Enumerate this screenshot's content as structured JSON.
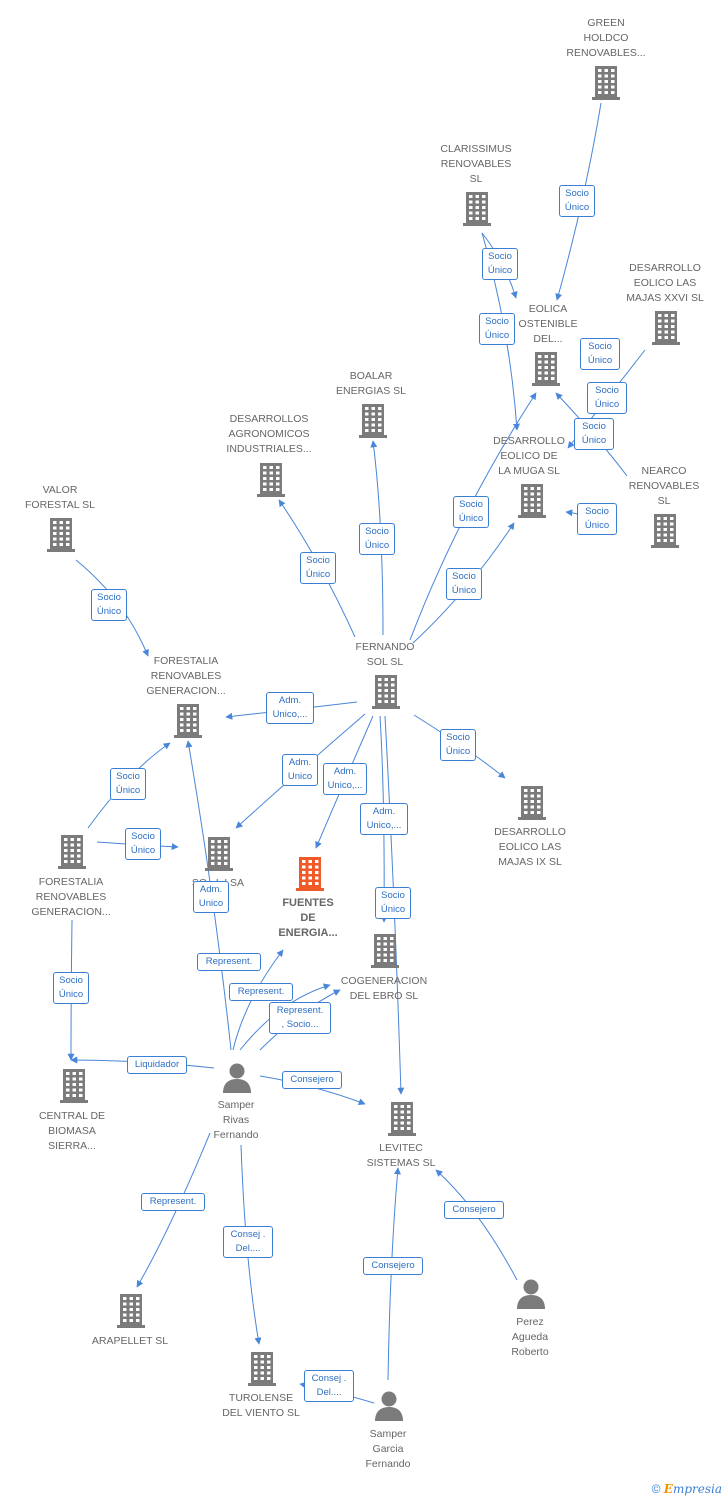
{
  "colors": {
    "edge": "#4a86d8",
    "company_icon": "#7b7b7b",
    "focus_icon": "#f05a28",
    "label_text": "#666666",
    "badge_border": "#3b7fd4",
    "badge_text": "#2e6fc4"
  },
  "nodes": [
    {
      "id": "green",
      "label": "GREEN\nHOLDCO\nRENOVABLES...",
      "kind": "company"
    },
    {
      "id": "clarissimus",
      "label": "CLARISSIMUS\nRENOVABLES\nSL",
      "kind": "company"
    },
    {
      "id": "majas26",
      "label": "DESARROLLO\nEOLICO LAS\nMAJAS XXVI  SL",
      "kind": "company"
    },
    {
      "id": "eolica",
      "label": "EOLICA\nOSTENIBLE\nDEL...",
      "kind": "company"
    },
    {
      "id": "boalar",
      "label": "BOALAR\nENERGIAS  SL",
      "kind": "company"
    },
    {
      "id": "agronomicos",
      "label": "DESARROLLOS\nAGRONOMICOS\nINDUSTRIALES...",
      "kind": "company"
    },
    {
      "id": "muga",
      "label": "DESARROLLO\nEOLICO DE\nLA MUGA SL",
      "kind": "company"
    },
    {
      "id": "nearco",
      "label": "NEARCO\nRENOVABLES\nSL",
      "kind": "company"
    },
    {
      "id": "valor",
      "label": "VALOR\nFORESTAL SL",
      "kind": "company"
    },
    {
      "id": "fernando_sol",
      "label": "FERNANDO\nSOL SL",
      "kind": "company"
    },
    {
      "id": "forestalia1",
      "label": "FORESTALIA\nRENOVABLES\nGENERACION...",
      "kind": "company"
    },
    {
      "id": "majas9",
      "label": "DESARROLLO\nEOLICO LAS\nMAJAS IX  SL",
      "kind": "company"
    },
    {
      "id": "forestalia2",
      "label": "FORESTALIA\nRENOVABLES\nGENERACION...",
      "kind": "company"
    },
    {
      "id": "solar",
      "label": "SO...L I SA",
      "kind": "company"
    },
    {
      "id": "fuentes",
      "label": "FUENTES\nDE\nENERGIA...",
      "kind": "focus"
    },
    {
      "id": "cogen",
      "label": "COGENERACION\nDEL EBRO  SL",
      "kind": "company"
    },
    {
      "id": "central",
      "label": "CENTRAL DE\nBIOMASA\nSIERRA...",
      "kind": "company"
    },
    {
      "id": "samper_rivas",
      "label": "Samper\nRivas\nFernando",
      "kind": "person"
    },
    {
      "id": "levitec",
      "label": "LEVITEC\nSISTEMAS  SL",
      "kind": "company"
    },
    {
      "id": "perez",
      "label": "Perez\nAgueda\nRoberto",
      "kind": "person"
    },
    {
      "id": "arapellet",
      "label": "ARAPELLET  SL",
      "kind": "company"
    },
    {
      "id": "turolense",
      "label": "TUROLENSE\nDEL VIENTO SL",
      "kind": "company"
    },
    {
      "id": "samper_garcia",
      "label": "Samper\nGarcia\nFernando",
      "kind": "person"
    }
  ],
  "edges": [
    {
      "label": "Socio\nÚnico"
    },
    {
      "label": "Socio\nÚnico"
    },
    {
      "label": "Socio\nÚnico"
    },
    {
      "label": "Socio\nÚnico"
    },
    {
      "label": "Socio\nÚnico"
    },
    {
      "label": "Socio\nÚnico"
    },
    {
      "label": "Socio\nÚnico"
    },
    {
      "label": "Socio\nÚnico"
    },
    {
      "label": "Socio\nÚnico"
    },
    {
      "label": "Socio\nÚnico"
    },
    {
      "label": "Socio\nÚnico"
    },
    {
      "label": "Socio\nÚnico"
    },
    {
      "label": "Adm.\nUnico,..."
    },
    {
      "label": "Socio\nÚnico"
    },
    {
      "label": "Adm.\nUnico"
    },
    {
      "label": "Adm.\nUnico,..."
    },
    {
      "label": "Adm.\nUnico,..."
    },
    {
      "label": "Socio\nÚnico"
    },
    {
      "label": "Socio\nÚnico"
    },
    {
      "label": "Socio\nÚnico"
    },
    {
      "label": "Socio\nÚnico"
    },
    {
      "label": "Adm.\nUnico"
    },
    {
      "label": "Represent."
    },
    {
      "label": "Represent."
    },
    {
      "label": "Represent.\n, Socio..."
    },
    {
      "label": "Liquidador"
    },
    {
      "label": "Consejero"
    },
    {
      "label": "Represent."
    },
    {
      "label": "Consej .\nDel...."
    },
    {
      "label": "Consejero"
    },
    {
      "label": "Consejero"
    },
    {
      "label": "Consej .\nDel...."
    }
  ],
  "footer": {
    "copyright": "©",
    "brand_initial": "E",
    "brand_rest": "mpresia"
  }
}
